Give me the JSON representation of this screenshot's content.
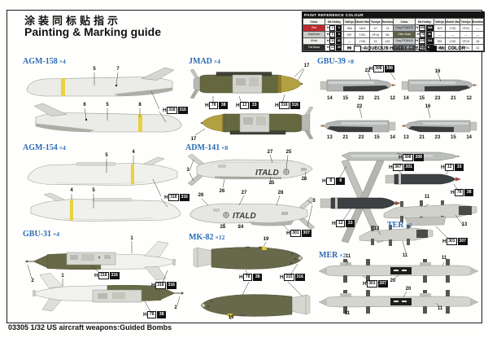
{
  "colors": {
    "section_title_blue": "#2a6cb5",
    "olive_drab": "#65683f",
    "yellow_band": "#e8d23e",
    "light_gray_missile": "#ebebe7",
    "dark_metal": "#3e4143",
    "red_tip": "#9c4a3a"
  },
  "header": {
    "title_cn": "涂装同标贴指示",
    "title_en": "Painting & Marking guide"
  },
  "footer": {
    "text": "03305 1/32  US aircraft weapons:Guided Bombs"
  },
  "paint_table": {
    "title": "PAINT  REFERENCE COLOUR",
    "columns": [
      "Color",
      "Mr.Hobby",
      "Vallejo",
      "Model Master",
      "Tamiya",
      "Humbrol"
    ],
    "legend_h": "H",
    "legend_aqueous": "AQUEOUS HOBBY COLOR",
    "legend_mrcolor": "Mr. COLOR",
    "rows": [
      {
        "name": "Red",
        "swatch_style": "background:#c02a2d;color:#fff",
        "h": "3",
        "c": "3",
        "vallejo": "908",
        "model_master": "1503",
        "tamiya": "X7",
        "humbrol": "19"
      },
      {
        "name": "Aluminum",
        "swatch_style": "background:#c9cac8;color:#222",
        "h": "8",
        "c": "8",
        "vallejo": "997",
        "model_master": "1781",
        "tamiya": "XF16",
        "humbrol": "56"
      },
      {
        "name": "White",
        "swatch_style": "background:#efefec;color:#222",
        "h": "11",
        "c": "62",
        "vallejo": "—",
        "model_master": "1745",
        "tamiya": "X2",
        "humbrol": "130"
      },
      {
        "name": "Flat Black",
        "swatch_style": "background:#2c2c2c;color:#fff",
        "h": "12",
        "c": "33",
        "vallejo": "950",
        "model_master": "1749",
        "tamiya": "XF1",
        "humbrol": "33"
      },
      {
        "name": "Gray FS36375",
        "swatch_style": "background:#a9aeb0;color:#222",
        "h": "308",
        "c": "308",
        "vallejo": "870",
        "model_master": "1730",
        "tamiya": "XF20",
        "humbrol": "—"
      },
      {
        "name": "Olive Drab",
        "swatch_style": "background:#5e604a;color:#fff",
        "h": "78",
        "c": "38",
        "vallejo": "—",
        "model_master": "—",
        "tamiya": "—",
        "humbrol": "—"
      },
      {
        "name": "Gray FS36440",
        "swatch_style": "background:#c4c8c8;color:#222",
        "h": "318",
        "c": "316",
        "vallejo": "991",
        "model_master": "1740",
        "tamiya": "XF19",
        "humbrol": "28"
      },
      {
        "name": "Gray FS36081",
        "swatch_style": "background:#686c6e;color:#fff",
        "h": "301",
        "c": "307",
        "vallejo": "861",
        "model_master": "1749",
        "tamiya": "XF53",
        "humbrol": "32"
      }
    ]
  },
  "sections": {
    "agm158": {
      "title": "AGM-158",
      "qty": "×4",
      "c1": "5",
      "c2": "7",
      "c3": "6",
      "c4": "5",
      "c5": "8",
      "paint_h": "318",
      "paint_c": "316"
    },
    "agm154": {
      "title": "AGM-154",
      "qty": "×4",
      "c1": "5",
      "c2": "4",
      "c3": "4",
      "c4": "5",
      "paint_h": "318",
      "paint_c": "316"
    },
    "gbu31": {
      "title": "GBU-31",
      "qty": "×4",
      "c1": "1",
      "c2": "2",
      "c3": "1",
      "c4": "2",
      "p1_h": "318",
      "p1_c": "316",
      "p2_h": "318",
      "p2_c": "316",
      "p3_h": "78",
      "p3_c": "38"
    },
    "jmad": {
      "title": "JMAD",
      "qty": "×4",
      "c1": "17",
      "c2": "17",
      "p1_h": "78",
      "p1_c": "38",
      "p2_h": "12",
      "p2_c": "33",
      "p3_h": "318",
      "p3_c": "316"
    },
    "adm141": {
      "title": "ADM-141",
      "qty": "×8",
      "marking": "ITALD",
      "c1": "27",
      "c2": "25",
      "c3": "3",
      "c4": "26",
      "c5": "25",
      "c6": "26",
      "c7": "26",
      "c8": "27",
      "c9": "28",
      "c10": "3",
      "c11": "25",
      "c12": "24",
      "paint_h": "301",
      "paint_c": "307"
    },
    "mk82": {
      "title": "MK-82",
      "qty": "×12",
      "c1": "19",
      "c2": "19",
      "p1_h": "78",
      "p1_c": "38",
      "p2_h": "315",
      "p2_c": "316"
    },
    "gbu39": {
      "title": "GBU-39",
      "qty": "×8",
      "paint_h": "308",
      "paint_c": "308",
      "r1t": [
        "22",
        "16"
      ],
      "r1b": [
        "14",
        "15",
        "23",
        "21",
        "12",
        "14",
        "15",
        "23",
        "21",
        "12"
      ],
      "r2t": [
        "22",
        "16"
      ],
      "r2b": [
        "13",
        "21",
        "23",
        "15",
        "14",
        "13",
        "21",
        "23",
        "15",
        "14"
      ]
    },
    "dart": {
      "p1_h": "307",
      "p1_c": "301",
      "p2_h": "12",
      "p2_c": "33",
      "p3_h": "78",
      "p3_c": "38",
      "p4_h": "8",
      "p4_c": "8",
      "p5_h": "12",
      "p5_c": "33"
    },
    "ter": {
      "title": "TER",
      "qty": "×2",
      "c1": "11",
      "c2": "13",
      "c3": "13",
      "c4": "11",
      "paint_h": "301",
      "paint_c": "307"
    },
    "mer": {
      "title": "MER",
      "qty": "×2",
      "c1": "11",
      "c2": "11",
      "c3": "20",
      "c4": "20",
      "c5": "11",
      "c6": "11",
      "paint_h": "301",
      "paint_c": "307"
    }
  }
}
